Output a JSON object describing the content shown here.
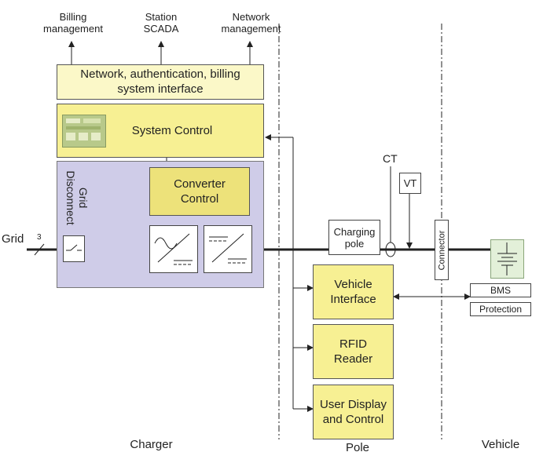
{
  "top_outputs": {
    "billing": "Billing\nmanagement",
    "scada": "Station\nSCADA",
    "network": "Network\nmanagement"
  },
  "blocks": {
    "network_interface": "Network, authentication, billing\nsystem interface",
    "system_control": "System Control",
    "converter_control": "Converter\nControl",
    "grid_disconnect": "Grid\nDisconnect",
    "charging_pole": "Charging\npole",
    "vehicle_interface": "Vehicle\nInterface",
    "rfid_reader": "RFID\nReader",
    "user_display": "User Display\nand Control",
    "connector": "Connector",
    "bms": "BMS",
    "protection": "Protection"
  },
  "labels": {
    "grid": "Grid",
    "phase_count": "3",
    "ct": "CT",
    "vt": "VT"
  },
  "sections": {
    "charger": "Charger",
    "pole": "Pole",
    "vehicle": "Vehicle"
  }
}
